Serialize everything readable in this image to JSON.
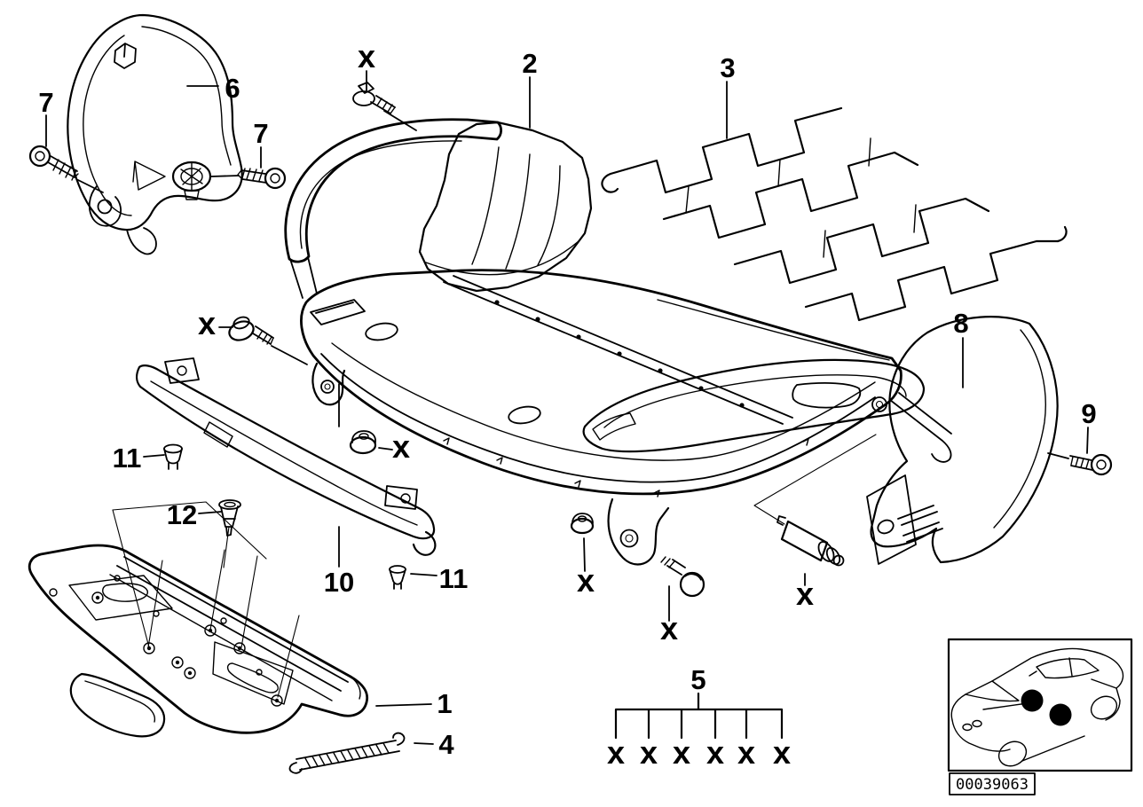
{
  "colors": {
    "ink": "#000000",
    "background": "#ffffff"
  },
  "diagram": {
    "number": "00039063",
    "callouts": [
      {
        "id": "7-left",
        "label": "7"
      },
      {
        "id": "6",
        "label": "6"
      },
      {
        "id": "7-right",
        "label": "7"
      },
      {
        "id": "2",
        "label": "2"
      },
      {
        "id": "3",
        "label": "3"
      },
      {
        "id": "8",
        "label": "8"
      },
      {
        "id": "9",
        "label": "9"
      },
      {
        "id": "11-left",
        "label": "11"
      },
      {
        "id": "12",
        "label": "12"
      },
      {
        "id": "10",
        "label": "10"
      },
      {
        "id": "11-right",
        "label": "11"
      },
      {
        "id": "1",
        "label": "1"
      },
      {
        "id": "4",
        "label": "4"
      },
      {
        "id": "5",
        "label": "5"
      }
    ],
    "x_marks": [
      {
        "id": "x-top-screw",
        "label": "x"
      },
      {
        "id": "x-left-bolt",
        "label": "x"
      },
      {
        "id": "x-front-nut",
        "label": "x"
      },
      {
        "id": "x-center-nut",
        "label": "x"
      },
      {
        "id": "x-pivot-bolt",
        "label": "x"
      },
      {
        "id": "x-cylinder",
        "label": "x"
      },
      {
        "id": "x-group-1",
        "label": "x"
      },
      {
        "id": "x-group-2",
        "label": "x"
      },
      {
        "id": "x-group-3",
        "label": "x"
      },
      {
        "id": "x-group-4",
        "label": "x"
      },
      {
        "id": "x-group-5",
        "label": "x"
      },
      {
        "id": "x-group-6",
        "label": "x"
      }
    ]
  }
}
